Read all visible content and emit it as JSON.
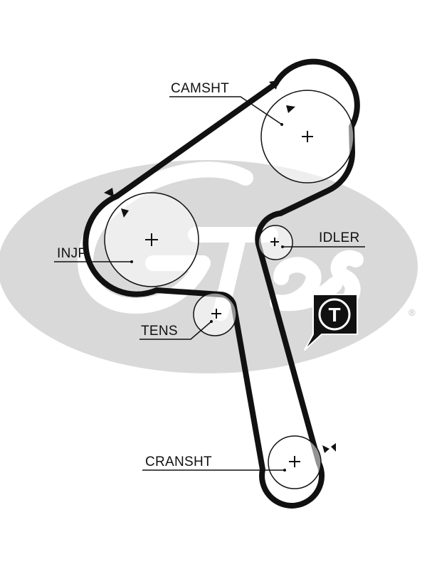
{
  "diagram": {
    "labels": {
      "camshaft": "CAMSHT",
      "injection_pump": "INJP",
      "idler": "IDLER",
      "tensioner": "TENS",
      "crankshaft": "CRANSHT"
    },
    "tensioner_symbol": "T",
    "registered_mark": "®",
    "colors": {
      "belt": "#111111",
      "logo_watermark": "#d9d9d9",
      "background": "#ffffff"
    },
    "logo_text": "Gates"
  }
}
